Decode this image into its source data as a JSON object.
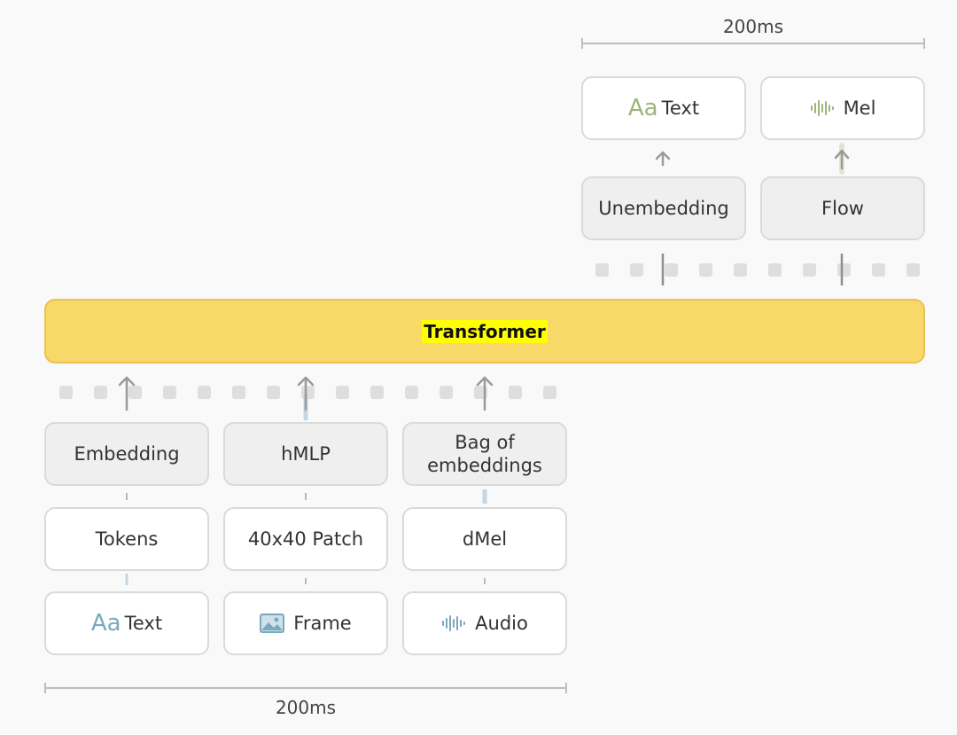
{
  "colors": {
    "text_input_accent": "#7aa8bd",
    "text_output_accent": "#9fb37a",
    "transformer_fill": "#f9d86a",
    "transformer_highlight": "#ffff00",
    "audio_input_accent": "#7aa8bd",
    "mel_output_accent": "#9fb37a"
  },
  "transformer": {
    "label": "Transformer"
  },
  "output_duration": {
    "label": "200ms"
  },
  "input_duration": {
    "label": "200ms"
  },
  "outputs": {
    "text": {
      "icon": "aa-text-icon",
      "icon_text": "Aa",
      "label": "Text"
    },
    "mel": {
      "icon": "waveform-icon",
      "label": "Mel"
    },
    "unembedding": {
      "label": "Unembedding"
    },
    "flow": {
      "label": "Flow"
    }
  },
  "inputs": {
    "embedding": {
      "label": "Embedding"
    },
    "hmlp": {
      "label": "hMLP"
    },
    "bag": {
      "label": "Bag of\nembeddings"
    },
    "tokens": {
      "label": "Tokens"
    },
    "patch": {
      "label": "40x40 Patch"
    },
    "dmel": {
      "label": "dMel"
    },
    "text": {
      "icon": "aa-text-icon",
      "icon_text": "Aa",
      "label": "Text"
    },
    "frame": {
      "icon": "image-icon",
      "label": "Frame"
    },
    "audio": {
      "icon": "waveform-icon",
      "label": "Audio"
    }
  }
}
